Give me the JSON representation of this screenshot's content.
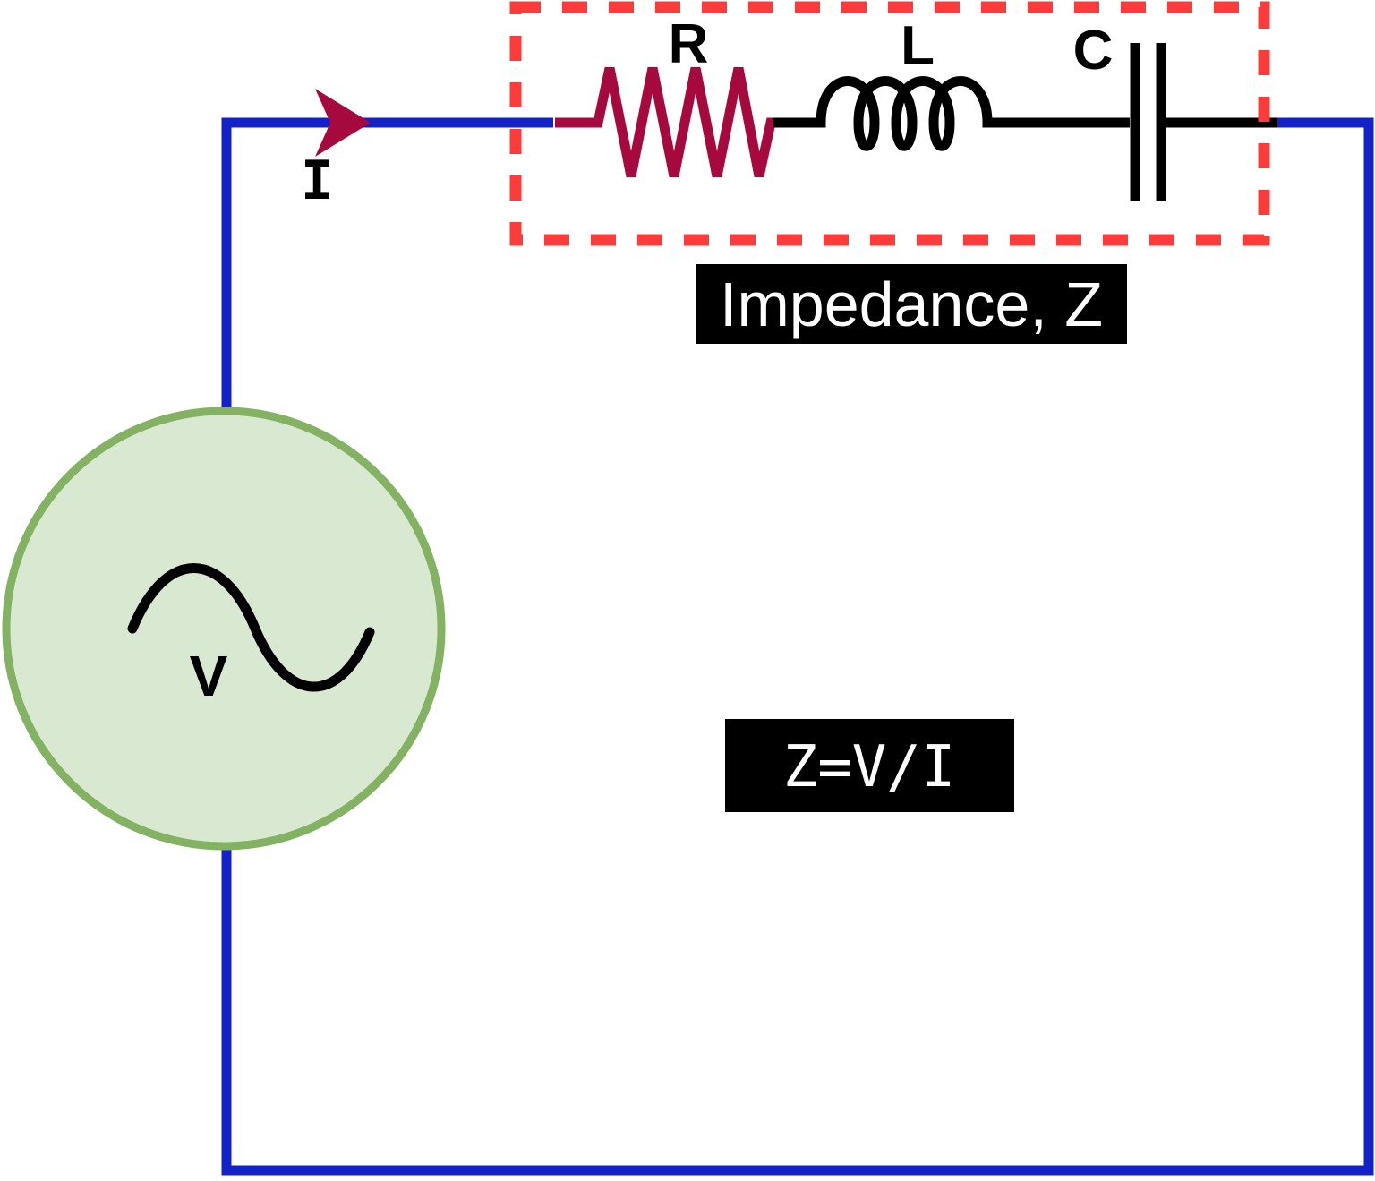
{
  "figure": {
    "type": "series RLC circuit diagram",
    "current_label": "I",
    "source_label": "V",
    "components": [
      {
        "name": "resistor",
        "label": "R"
      },
      {
        "name": "inductor",
        "label": "L"
      },
      {
        "name": "capacitor",
        "label": "C"
      }
    ],
    "impedance_caption": "Impedance, Z",
    "equation": "Z=V/I"
  },
  "colors": {
    "wire_blue": "#1322C8",
    "resistor_crimson": "#A6093D",
    "current_arrow": "#A6093D",
    "dashed_box_red": "#FC3B3B",
    "component_black": "#000000",
    "source_fill_green": "#D9E8D0",
    "source_stroke_green": "#82B262",
    "caption_background": "#000000",
    "caption_text": "#FFFFFF"
  }
}
